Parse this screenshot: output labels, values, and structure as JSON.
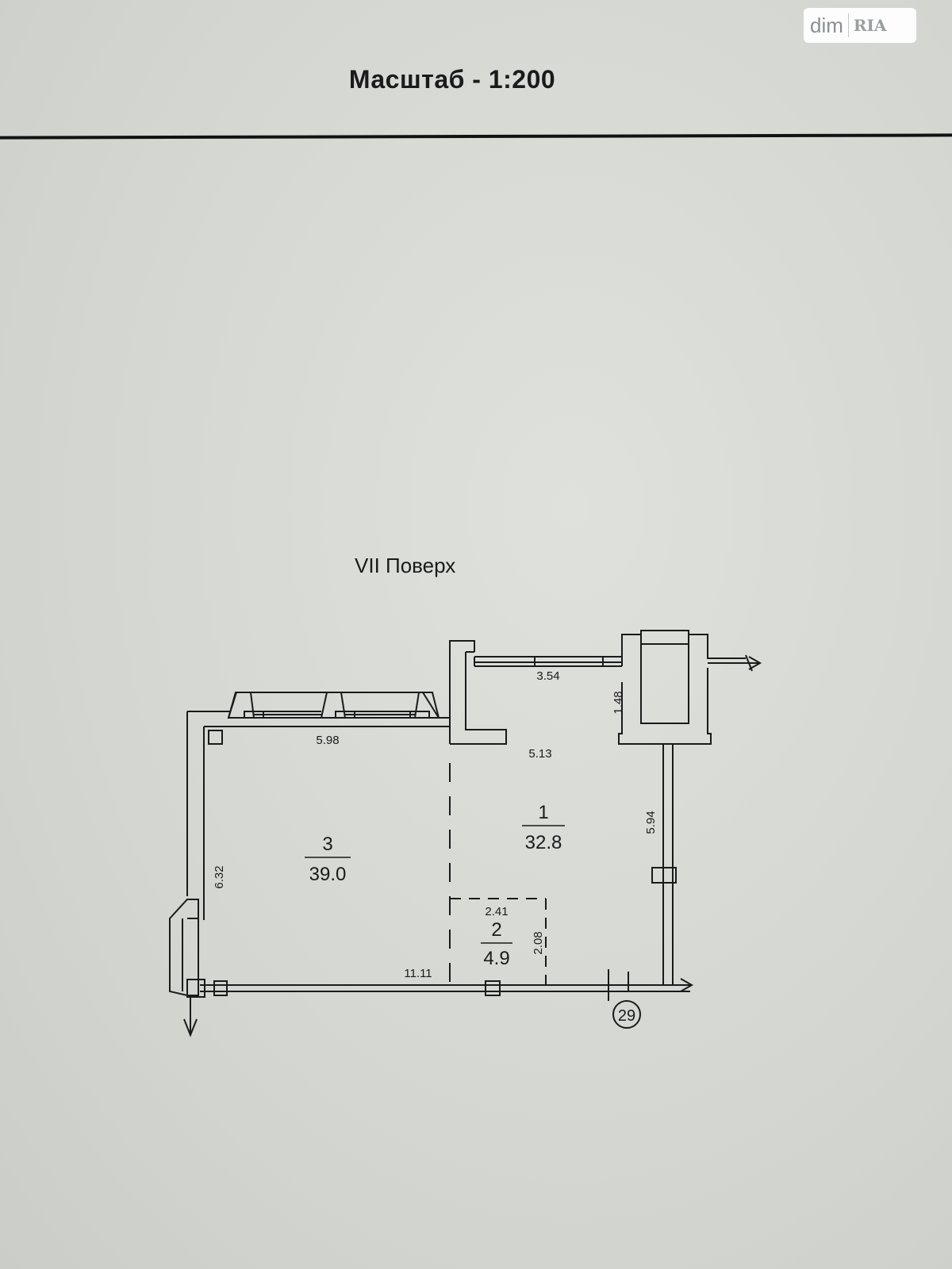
{
  "header": {
    "scale": "Масштаб - 1:200"
  },
  "watermark": {
    "dim": "dim",
    "ria": "RIA"
  },
  "plan": {
    "floor": "VII Поверх",
    "rooms": [
      {
        "number": "3",
        "area": "39.0"
      },
      {
        "number": "1",
        "area": "32.8"
      },
      {
        "number": "2",
        "area": "4.9"
      }
    ],
    "dimensions": {
      "top_left": "5.98",
      "balcony": "3.54",
      "niche": "1.48",
      "room1_width": "5.13",
      "right_wall": "5.94",
      "left_wall": "6.32",
      "room2_width": "2.41",
      "room2_depth": "2.08",
      "bottom": "11.11"
    },
    "axis_marker": "29"
  }
}
